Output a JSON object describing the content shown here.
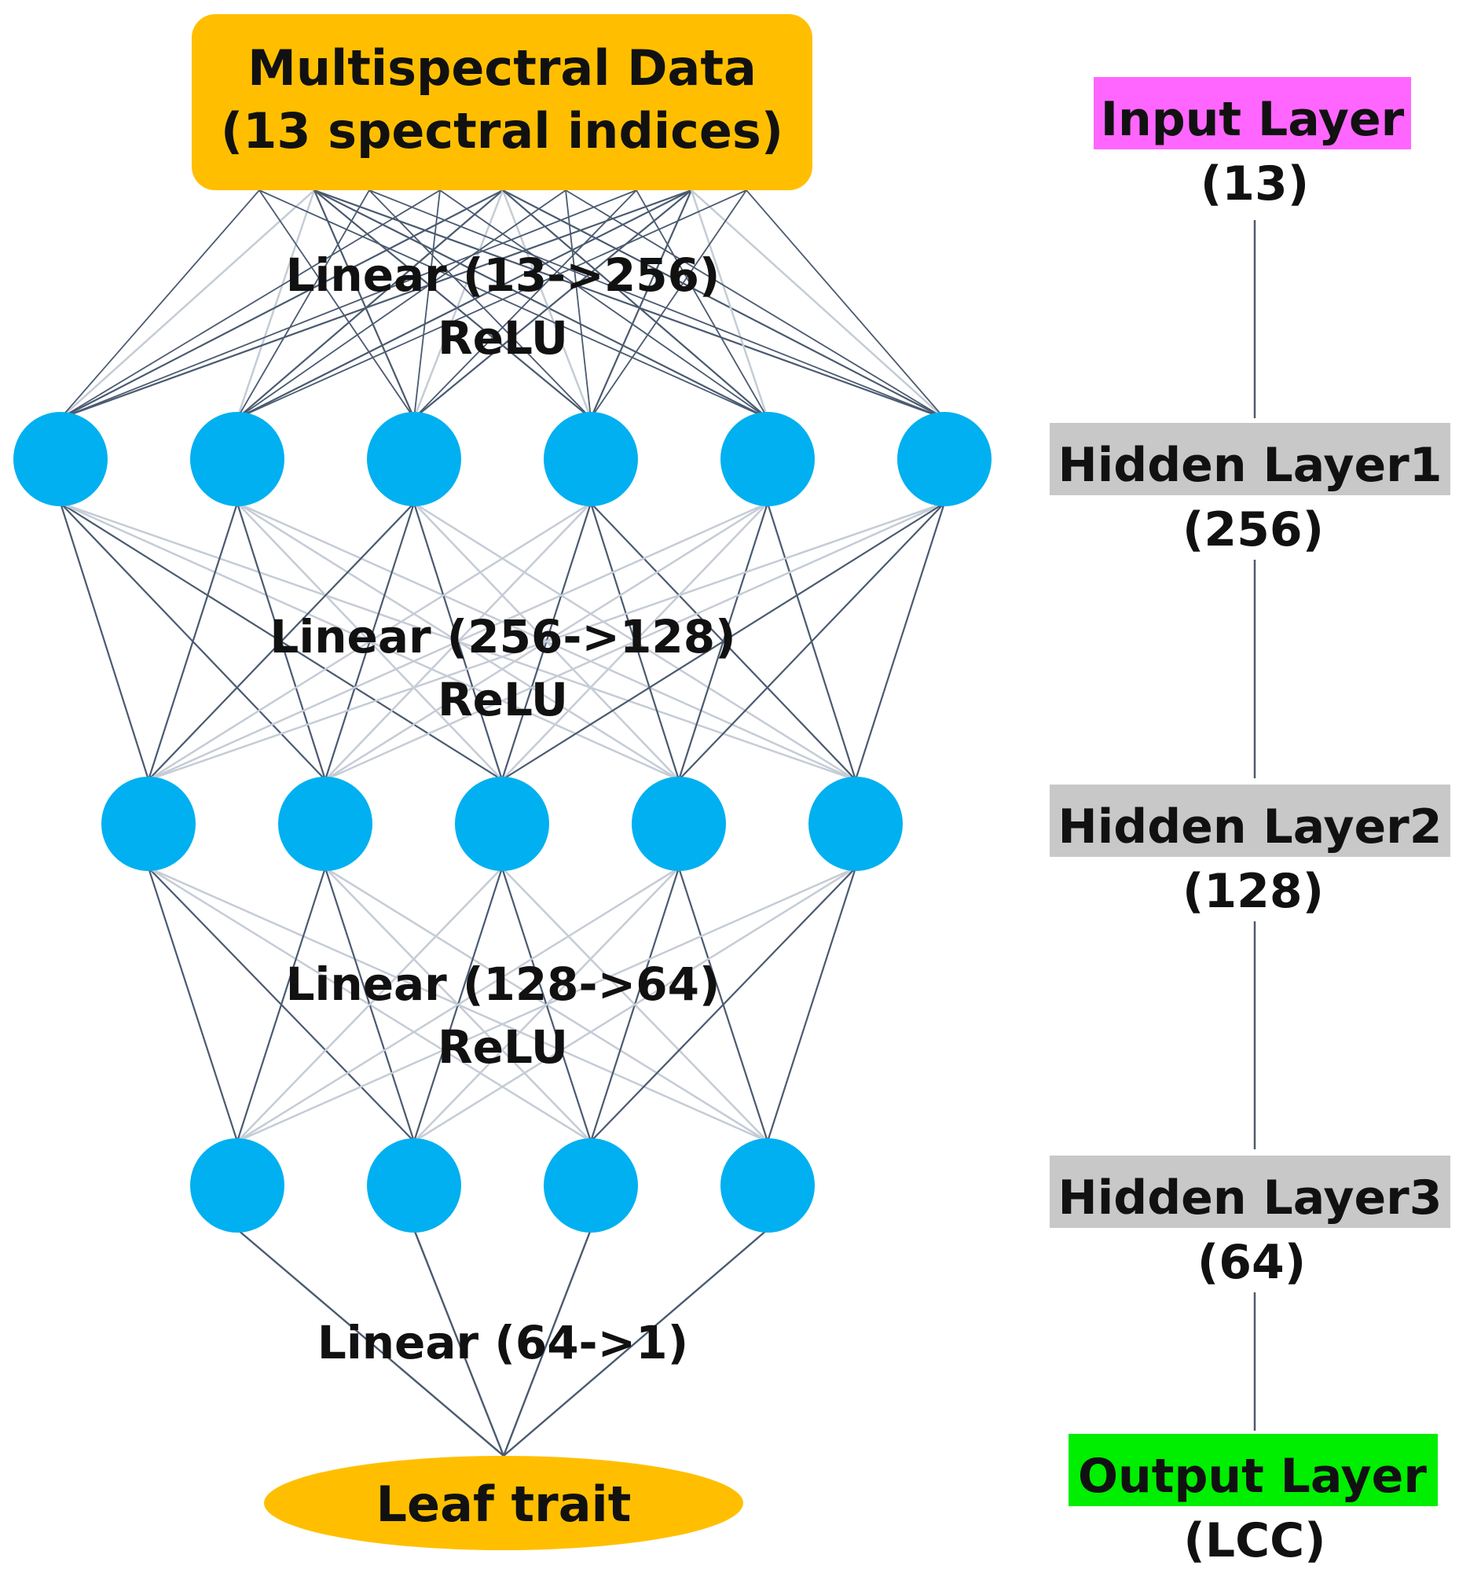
{
  "colors": {
    "input_box": "#FFBF00",
    "node": "#00B0F0",
    "edge": "#4A5A70",
    "edge_faint": "#C5CCD6",
    "input_tag": "#FF66FF",
    "hidden_tag": "#C8C8C8",
    "output_tag": "#00EE00",
    "text": "#111111"
  },
  "network": {
    "input_box": {
      "line1": "Multispectral Data",
      "line2": "(13 spectral indices)"
    },
    "layers": [
      {
        "name": "hidden1",
        "visible_nodes": 6
      },
      {
        "name": "hidden2",
        "visible_nodes": 5
      },
      {
        "name": "hidden3",
        "visible_nodes": 4
      }
    ],
    "transitions": [
      {
        "linear": "Linear (13->256)",
        "activation": "ReLU"
      },
      {
        "linear": "Linear (256->128)",
        "activation": "ReLU"
      },
      {
        "linear": "Linear (128->64)",
        "activation": "ReLU"
      },
      {
        "linear": "Linear (64->1)",
        "activation": ""
      }
    ],
    "output_node": {
      "label": "Leaf trait"
    }
  },
  "legend": [
    {
      "title": "Input Layer",
      "size": "(13)",
      "color_key": "input_tag"
    },
    {
      "title": "Hidden Layer1",
      "size": "(256)",
      "color_key": "hidden_tag"
    },
    {
      "title": "Hidden Layer2",
      "size": "(128)",
      "color_key": "hidden_tag"
    },
    {
      "title": "Hidden Layer3",
      "size": "(64)",
      "color_key": "hidden_tag"
    },
    {
      "title": "Output Layer",
      "size": "(LCC)",
      "color_key": "output_tag"
    }
  ]
}
